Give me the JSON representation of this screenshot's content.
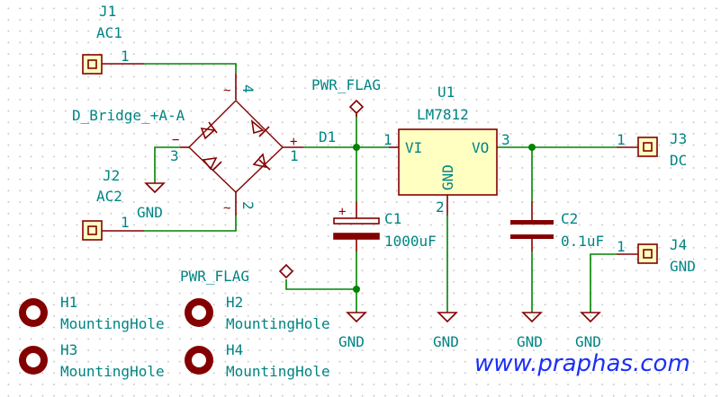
{
  "components": {
    "j1": {
      "ref": "J1",
      "value": "AC1",
      "pin": "1"
    },
    "j2": {
      "ref": "J2",
      "value": "AC2",
      "pin": "1"
    },
    "j3": {
      "ref": "J3",
      "value": "DC",
      "pin": "1"
    },
    "j4": {
      "ref": "J4",
      "value": "GND",
      "pin": "1"
    },
    "d1": {
      "ref": "D1",
      "value": "D_Bridge_+A-A",
      "pins": [
        "4",
        "3",
        "1",
        "2"
      ],
      "plus": "+",
      "minus": "−",
      "tilde": "~"
    },
    "c1": {
      "ref": "C1",
      "value": "1000uF",
      "plus": "+"
    },
    "c2": {
      "ref": "C2",
      "value": "0.1uF"
    },
    "u1": {
      "ref": "U1",
      "value": "LM7812",
      "vi": "VI",
      "vo": "VO",
      "gnd": "GND",
      "pin_in": "1",
      "pin_out": "3",
      "pin_gnd": "2"
    },
    "h1": {
      "ref": "H1",
      "value": "MountingHole"
    },
    "h2": {
      "ref": "H2",
      "value": "MountingHole"
    },
    "h3": {
      "ref": "H3",
      "value": "MountingHole"
    },
    "h4": {
      "ref": "H4",
      "value": "MountingHole"
    }
  },
  "flags": {
    "top": "PWR_FLAG",
    "bottom": "PWR_FLAG"
  },
  "gnd_labels": {
    "bridge": "GND",
    "c1": "GND",
    "u1": "GND",
    "c2": "GND",
    "j4": "GND"
  },
  "watermark": "www.praphas.com",
  "colors": {
    "wire": "#008400",
    "symbol": "#840000",
    "text": "#008484",
    "body_fill": "#ffffc2",
    "watermark": "#1c2ff5"
  }
}
